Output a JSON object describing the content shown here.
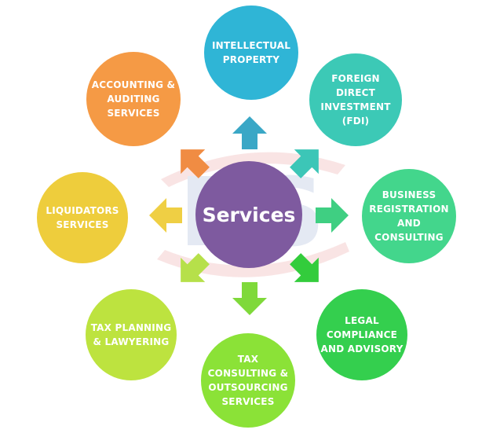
{
  "center": {
    "label": "Services",
    "color": "#7e5a9f"
  },
  "watermark": {
    "text": "DS"
  },
  "services": [
    {
      "id": "intellectual-property",
      "lines": [
        "INTELLECTUAL",
        "PROPERTY"
      ],
      "color": "#2fb5d6"
    },
    {
      "id": "foreign-direct-investment",
      "lines": [
        "FOREIGN",
        "DIRECT",
        "INVESTMENT",
        "(FDI)"
      ],
      "color": "#3cc9b6"
    },
    {
      "id": "business-registration",
      "lines": [
        "BUSINESS",
        "REGISTRATION",
        "AND",
        "CONSULTING"
      ],
      "color": "#43d68c"
    },
    {
      "id": "legal-compliance",
      "lines": [
        "LEGAL",
        "COMPLIANCE",
        "AND ADVISORY"
      ],
      "color": "#34cf4e"
    },
    {
      "id": "tax-consulting",
      "lines": [
        "TAX",
        "CONSULTING &",
        "OUTSOURCING",
        "SERVICES"
      ],
      "color": "#8be237"
    },
    {
      "id": "tax-planning",
      "lines": [
        "TAX PLANNING",
        "& LAWYERING"
      ],
      "color": "#bde33f"
    },
    {
      "id": "liquidators-services",
      "lines": [
        "LIQUIDATORS",
        "SERVICES"
      ],
      "color": "#eecd3c"
    },
    {
      "id": "accounting-auditing",
      "lines": [
        "ACCOUNTING &",
        "AUDITING",
        "SERVICES"
      ],
      "color": "#f59a45"
    }
  ],
  "arrows": [
    {
      "id": "intellectual-property",
      "color": "#3aa7c6"
    },
    {
      "id": "foreign-direct-investment",
      "color": "#3cc6b7"
    },
    {
      "id": "business-registration",
      "color": "#3fcf82"
    },
    {
      "id": "legal-compliance",
      "color": "#33cc3c"
    },
    {
      "id": "tax-consulting",
      "color": "#7fd93a"
    },
    {
      "id": "tax-planning",
      "color": "#b6e04a"
    },
    {
      "id": "liquidators-services",
      "color": "#efcf44"
    },
    {
      "id": "accounting-auditing",
      "color": "#f08c43"
    }
  ]
}
